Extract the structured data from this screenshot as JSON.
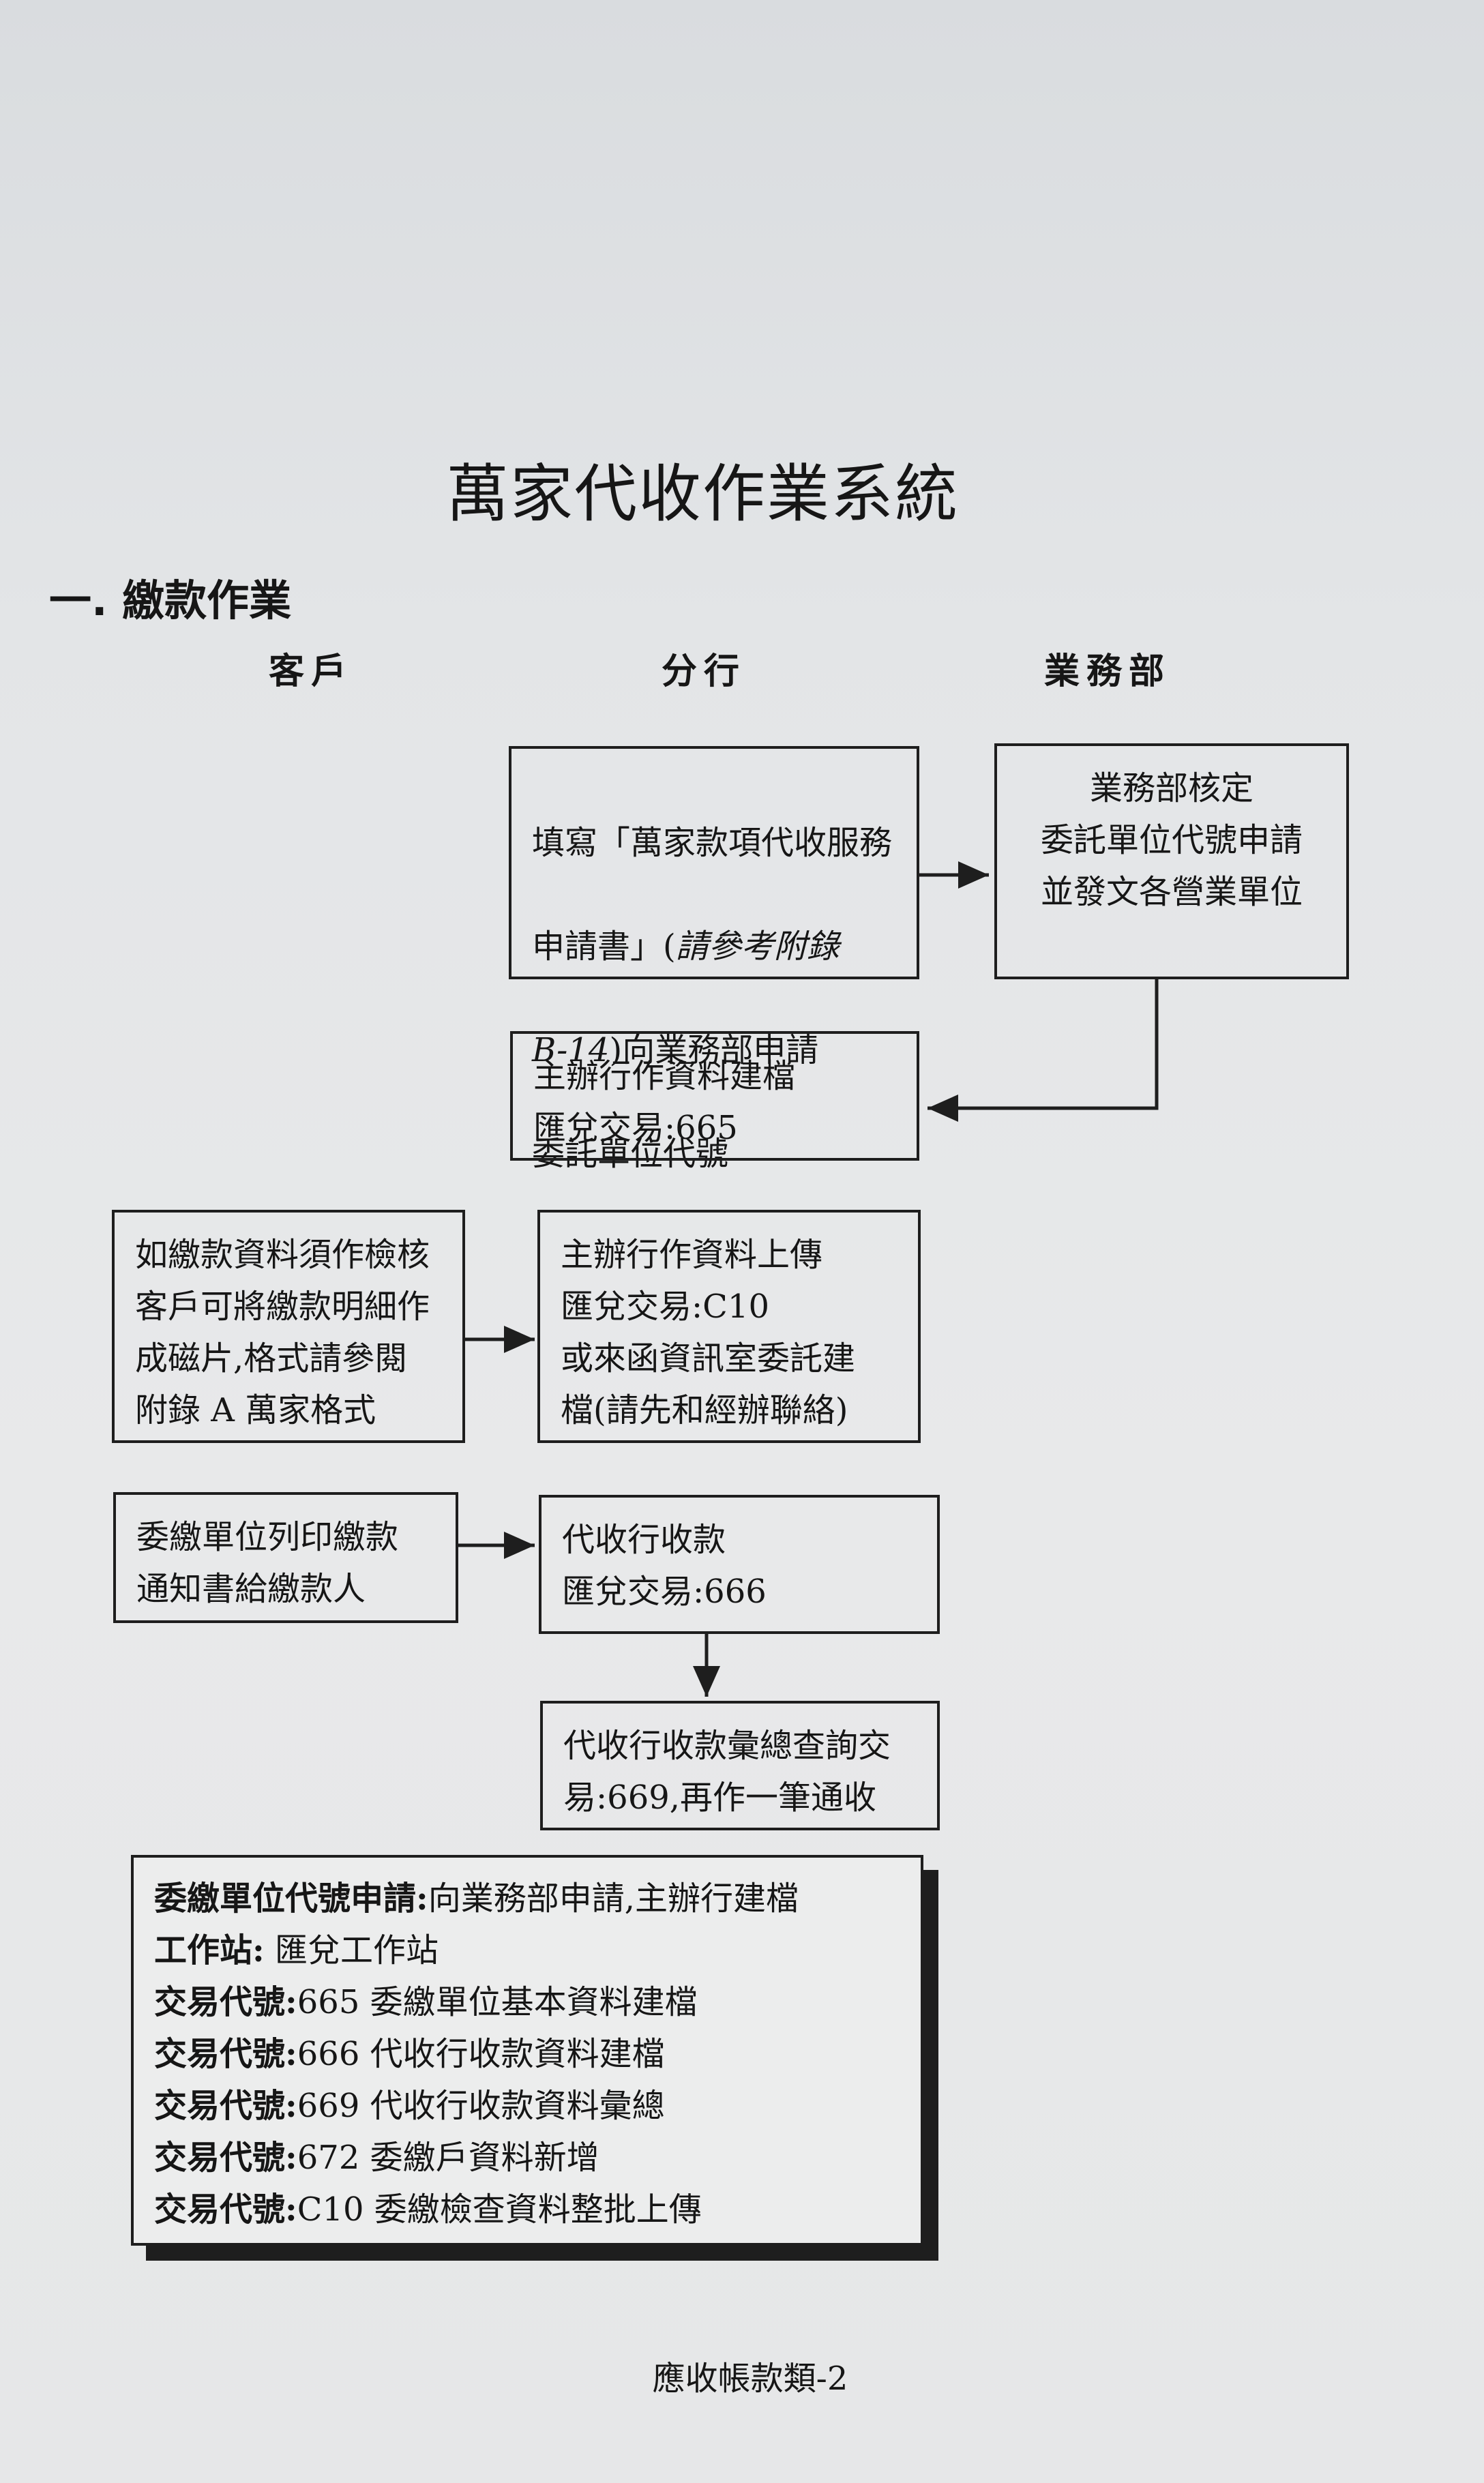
{
  "title": "萬家代收作業系統",
  "section_heading": "一. 繳款作業",
  "columns": {
    "customer": "客戶",
    "branch": "分行",
    "business_dept": "業務部"
  },
  "boxes": {
    "apply": {
      "lines": [
        "填寫「萬家款項代收服務",
        "申請書」(",
        "請參考附錄",
        "B-14",
        ")向業務部申請",
        "委託單位代號"
      ]
    },
    "approve": "業務部核定\n委託單位代號申請\n並發文各營業單位",
    "setup": "主辦行作資料建檔\n匯兌交易:665",
    "verify": "如繳款資料須作檢核\n客戶可將繳款明細作\n成磁片,格式請參閱\n附錄 A 萬家格式",
    "upload": "主辦行作資料上傳\n   匯兌交易:C10\n或來函資訊室委託建\n檔(請先和經辦聯絡)",
    "notice": "委繳單位列印繳款\n通知書給繳款人",
    "collect": "代收行收款\n匯兌交易:666",
    "summary": "代收行收款彙總查詢交\n易:669,再作一筆通收"
  },
  "notes": [
    {
      "label": "委繳單位代號申請:",
      "text": "向業務部申請,主辦行建檔"
    },
    {
      "label": "工作站:",
      "text": " 匯兌工作站"
    },
    {
      "label": "交易代號:",
      "text": "665 委繳單位基本資料建檔"
    },
    {
      "label": "交易代號:",
      "text": "666 代收行收款資料建檔"
    },
    {
      "label": "交易代號:",
      "text": "669 代收行收款資料彙總"
    },
    {
      "label": "交易代號:",
      "text": "672 委繳戶資料新增"
    },
    {
      "label": "交易代號:",
      "text": "C10 委繳檢查資料整批上傳"
    }
  ],
  "footer": "應收帳款類-2"
}
